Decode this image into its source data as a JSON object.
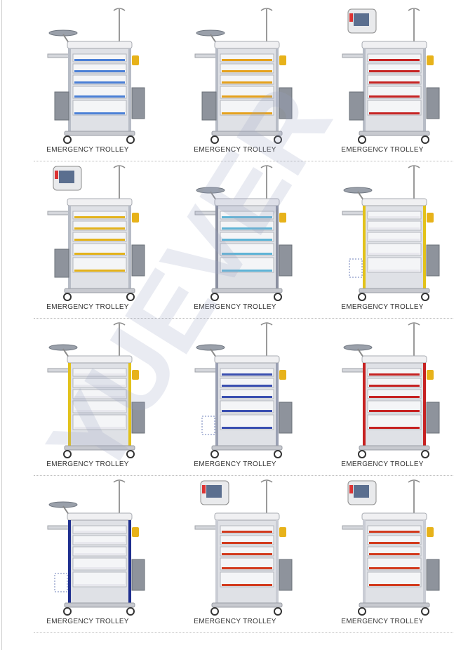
{
  "watermark": {
    "text": "YUEVER"
  },
  "products": [
    {
      "caption": "EMERGENCY TROLLEY",
      "drawer_color": "#4a7fd6",
      "side": "#b7bcc6",
      "tray": "bin",
      "monitor": false
    },
    {
      "caption": "EMERGENCY TROLLEY",
      "drawer_color": "#e5a11c",
      "side": "#b7bcc6",
      "tray": "bin",
      "monitor": false
    },
    {
      "caption": "EMERGENCY TROLLEY",
      "drawer_color": "#c62222",
      "side": "#b7bcc6",
      "tray": "bin",
      "monitor": true
    },
    {
      "caption": "EMERGENCY TROLLEY",
      "drawer_color": "#e3b21b",
      "side": "#b7bcc6",
      "tray": "bin",
      "monitor": true
    },
    {
      "caption": "EMERGENCY TROLLEY",
      "drawer_color": "#5fb4d6",
      "side": "#8a8fa0",
      "tray": "yellow",
      "monitor": false
    },
    {
      "caption": "EMERGENCY TROLLEY",
      "drawer_color": "#e8e8ee",
      "side": "#e2c21a",
      "tray": "basket",
      "monitor": false
    },
    {
      "caption": "EMERGENCY TROLLEY",
      "drawer_color": "#e8e8ee",
      "side": "#e2c21a",
      "tray": "yellow",
      "monitor": false
    },
    {
      "caption": "EMERGENCY TROLLEY",
      "drawer_color": "#3a4fb0",
      "side": "#9aa0b3",
      "tray": "basket",
      "monitor": false
    },
    {
      "caption": "EMERGENCY TROLLEY",
      "drawer_color": "#c62222",
      "side": "#c62222",
      "tray": "yellow",
      "monitor": false
    },
    {
      "caption": "EMERGENCY TROLLEY",
      "drawer_color": "#e8e8ee",
      "side": "#1f2f8f",
      "tray": "basket",
      "monitor": false
    },
    {
      "caption": "EMERGENCY TROLLEY",
      "drawer_color": "#d23a1d",
      "side": "#c9ccd4",
      "tray": "yellow",
      "monitor": true
    },
    {
      "caption": "EMERGENCY TROLLEY",
      "drawer_color": "#d23a1d",
      "side": "#c9ccd4",
      "tray": "yellow",
      "monitor": true
    }
  ]
}
